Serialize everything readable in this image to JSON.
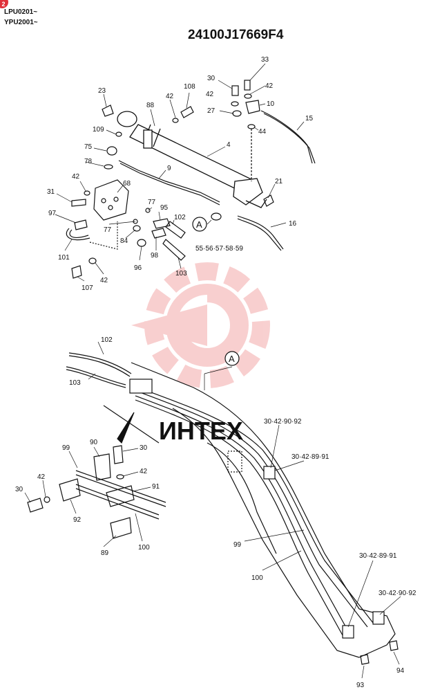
{
  "page_badge": "2",
  "serials": [
    "LPU0201~",
    "YPU2001~"
  ],
  "diagram_code": "24100J17669F4",
  "callout_letter": "A",
  "watermark_text": "ИНТЕХ",
  "colors": {
    "watermark": "#f6c2c2",
    "badge": "#e0303a",
    "ink": "#111111"
  },
  "labels": {
    "p33": "33",
    "p30a": "30",
    "p42a": "42",
    "p42b": "42",
    "p10": "10",
    "p27": "27",
    "p44": "44",
    "p15": "15",
    "p23": "23",
    "p42c": "42",
    "p108": "108",
    "p88": "88",
    "p109": "109",
    "p4": "4",
    "p75": "75",
    "p78": "78",
    "p9": "9",
    "p68": "68",
    "p42d": "42",
    "p31": "31",
    "p21": "21",
    "p77a": "77",
    "p95": "95",
    "p102a": "102",
    "p97": "97",
    "p77b": "77",
    "p84": "84",
    "p98": "98",
    "p16": "16",
    "p101": "101",
    "p96": "96",
    "p103a": "103",
    "p42e": "42",
    "p107": "107",
    "washer_set": "55·56·57·58·59",
    "p102b": "102",
    "p103b": "103",
    "p99a": "99",
    "p90": "90",
    "p30b": "30",
    "p42f": "42",
    "p30c": "30",
    "p42g": "42",
    "p91": "91",
    "p92": "92",
    "p89": "89",
    "p100a": "100",
    "c1": "30·42·90·92",
    "c2": "30·42·89·91",
    "p99b": "99",
    "p100b": "100",
    "c3": "30·42·89·91",
    "c4": "30·42·90·92",
    "p93": "93",
    "p94": "94"
  }
}
